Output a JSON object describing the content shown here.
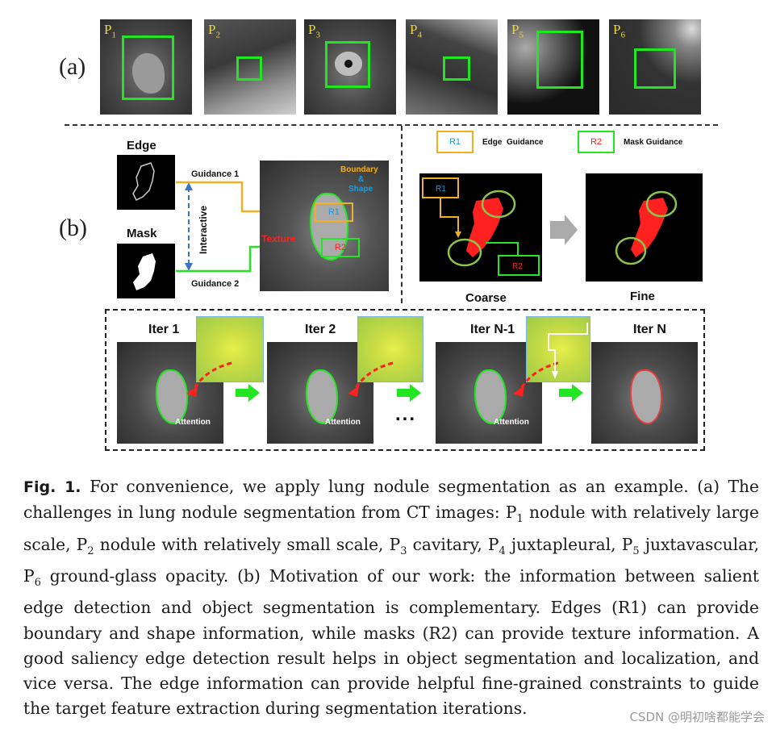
{
  "panel_a": {
    "label": "(a)",
    "thumbs": [
      {
        "label": "P",
        "sub": "1"
      },
      {
        "label": "P",
        "sub": "2"
      },
      {
        "label": "P",
        "sub": "3"
      },
      {
        "label": "P",
        "sub": "4"
      },
      {
        "label": "P",
        "sub": "5"
      },
      {
        "label": "P",
        "sub": "6"
      }
    ]
  },
  "panel_b": {
    "label": "(b)",
    "edge_title": "Edge",
    "mask_title": "Mask",
    "guidance1": "Guidance 1",
    "guidance2": "Guidance 2",
    "interactive": "Interactive",
    "boundary": "Boundary",
    "amp": "&",
    "shape": "Shape",
    "texture": "Texture",
    "r1": "R1",
    "r2": "R2",
    "legend_r1": "R1",
    "legend_r1_text": "Edge  Guidance",
    "legend_r2": "R2",
    "legend_r2_text": "Mask Guidance",
    "coarse": "Coarse",
    "fine": "Fine",
    "iterations": [
      "Iter 1",
      "Iter 2",
      "Iter N-1",
      "Iter N"
    ],
    "attention": "Attention",
    "ellipsis": "..."
  },
  "caption": {
    "fig": "Fig. 1.",
    "line1": "For convenience, we apply lung nodule segmentation as an example. (a) The",
    "line2a": "challenges in lung nodule segmentation from CT images: P",
    "s1": "1",
    "line2b": " nodule with relatively",
    "line3a": "large scale, P",
    "s2": "2",
    "line3b": " nodule with relatively small scale, P",
    "s3": "3",
    "line3c": " cavitary, P",
    "s4": "4",
    "line3d": " juxtapleural, P",
    "s5": "5",
    "line4a": "juxtavascular, P",
    "s6": "6",
    "line4b": " ground-glass opacity. (b) Motivation of our work: the information between salient edge detection and object segmentation is complementary. Edges (R1) can provide boundary and shape information, while masks (R2) can provide texture information. A good saliency edge detection result helps in object segmentation and localization, and vice versa. The edge information can provide helpful fine-grained constraints to guide the target feature extraction during segmentation iterations."
  },
  "watermark": "CSDN @明初啥都能学会",
  "colors": {
    "green": "#22e622",
    "orange": "#f0b020",
    "red": "#ff2020",
    "blue": "#1a9de0"
  }
}
